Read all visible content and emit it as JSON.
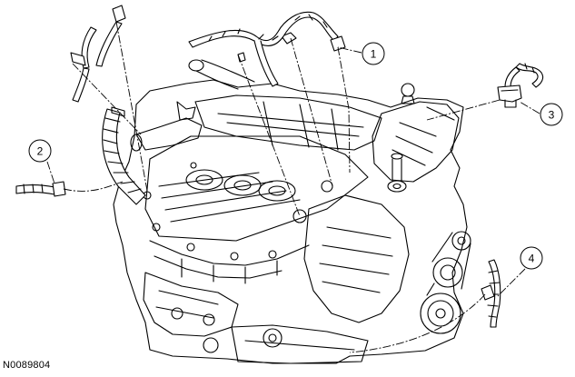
{
  "figure": {
    "id": "N0089804",
    "subject": "engine",
    "colors": {
      "line": "#000000",
      "background": "#ffffff",
      "fill": "#ffffff"
    }
  },
  "callouts": [
    {
      "number": "1"
    },
    {
      "number": "2"
    },
    {
      "number": "3"
    },
    {
      "number": "4"
    }
  ]
}
